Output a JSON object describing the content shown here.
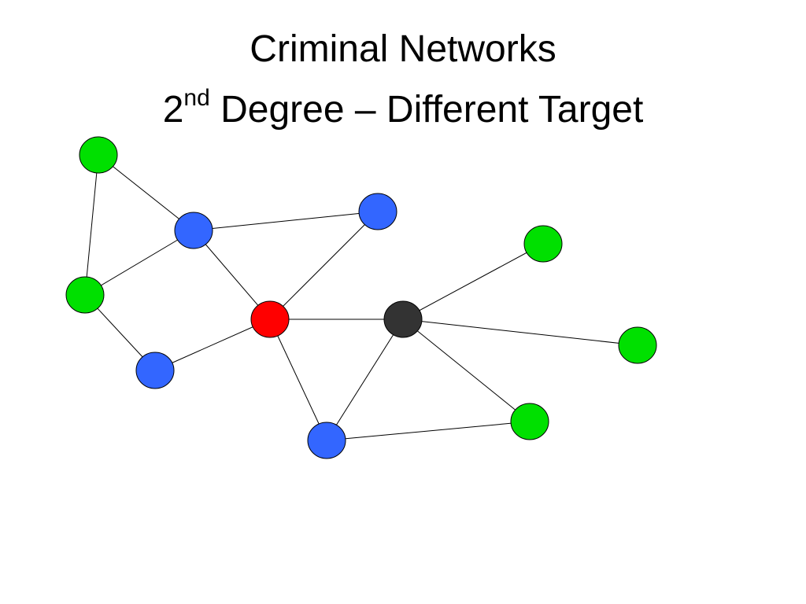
{
  "slide": {
    "title_line1": "Criminal Networks",
    "title_line2_number": "2",
    "title_line2_superscript": "nd",
    "title_line2_rest": " Degree – Different Target"
  },
  "colors": {
    "target": "#ff0000",
    "new_target": "#333333",
    "first_degree": "#3366ff",
    "second_degree": "#00e000",
    "edge": "#000000"
  },
  "network": {
    "nodes": [
      {
        "id": "g1",
        "role": "second_degree"
      },
      {
        "id": "b1",
        "role": "first_degree"
      },
      {
        "id": "b2",
        "role": "first_degree"
      },
      {
        "id": "g2",
        "role": "second_degree"
      },
      {
        "id": "red",
        "role": "target"
      },
      {
        "id": "black",
        "role": "new_target"
      },
      {
        "id": "b3",
        "role": "first_degree"
      },
      {
        "id": "b4",
        "role": "first_degree"
      },
      {
        "id": "g3",
        "role": "second_degree"
      },
      {
        "id": "g4",
        "role": "second_degree"
      },
      {
        "id": "g5",
        "role": "second_degree"
      }
    ],
    "edges": [
      [
        "g1",
        "b1"
      ],
      [
        "g1",
        "g2"
      ],
      [
        "b1",
        "g2"
      ],
      [
        "b1",
        "b2"
      ],
      [
        "b1",
        "red"
      ],
      [
        "b2",
        "red"
      ],
      [
        "g2",
        "b3"
      ],
      [
        "b3",
        "red"
      ],
      [
        "red",
        "black"
      ],
      [
        "red",
        "b4"
      ],
      [
        "b4",
        "black"
      ],
      [
        "b4",
        "g5"
      ],
      [
        "black",
        "g3"
      ],
      [
        "black",
        "g4"
      ],
      [
        "black",
        "g5"
      ]
    ]
  }
}
